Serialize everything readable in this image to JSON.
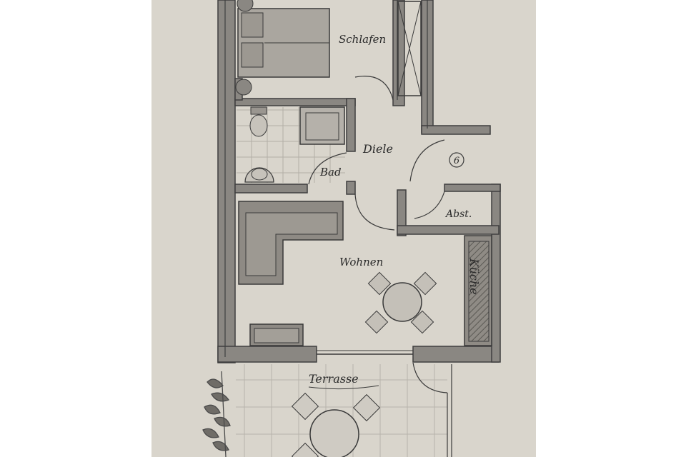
{
  "plan": {
    "rooms": [
      {
        "id": "schlafen",
        "label": "Schlafen"
      },
      {
        "id": "diele",
        "label": "Diele"
      },
      {
        "id": "bad",
        "label": "Bad"
      },
      {
        "id": "abst",
        "label": "Abst."
      },
      {
        "id": "wohnen",
        "label": "Wohnen"
      },
      {
        "id": "kueche",
        "label": "Küche"
      },
      {
        "id": "terrasse",
        "label": "Terrasse"
      }
    ],
    "marker": "6"
  },
  "colors": {
    "paper": "#d9d5cc",
    "wall": "#4a4a4a",
    "wall_fill": "#8a8782",
    "ink": "#2a2a2a",
    "furniture": "#9a9690"
  }
}
